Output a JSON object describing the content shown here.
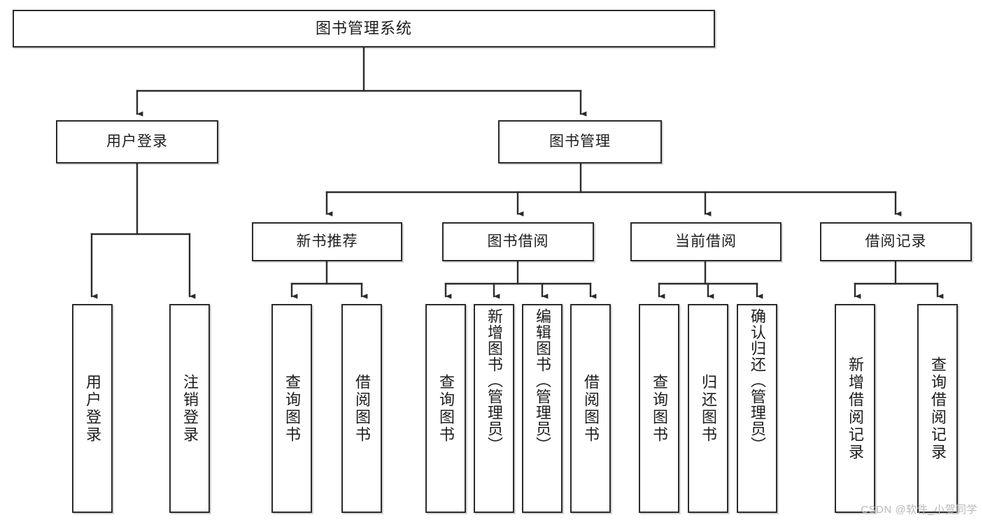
{
  "diagram": {
    "title": "图书管理系统",
    "type": "tree-hierarchy-chart",
    "root": {
      "label": "图书管理系统"
    },
    "level2": [
      {
        "id": "user-login",
        "label": "用户登录"
      },
      {
        "id": "book-manage",
        "label": "图书管理"
      }
    ],
    "level3": [
      {
        "id": "new-book-recommend",
        "label": "新书推荐"
      },
      {
        "id": "book-borrow",
        "label": "图书借阅"
      },
      {
        "id": "current-borrow",
        "label": "当前借阅"
      },
      {
        "id": "borrow-record",
        "label": "借阅记录"
      }
    ],
    "leaves": [
      {
        "id": "leaf-user-login",
        "label": "用户登录",
        "parent": "user-login"
      },
      {
        "id": "leaf-logout-login",
        "label": "注销登录",
        "parent": "user-login"
      },
      {
        "id": "leaf-query-book-1",
        "label": "查询图书",
        "parent": "new-book-recommend"
      },
      {
        "id": "leaf-borrow-book-1",
        "label": "借阅图书",
        "parent": "new-book-recommend"
      },
      {
        "id": "leaf-query-book-2",
        "label": "查询图书",
        "parent": "book-borrow"
      },
      {
        "id": "leaf-add-book",
        "label": "新增图书（管理员）",
        "parent": "book-borrow"
      },
      {
        "id": "leaf-edit-book",
        "label": "编辑图书（管理员）",
        "parent": "book-borrow"
      },
      {
        "id": "leaf-borrow-book-2",
        "label": "借阅图书",
        "parent": "book-borrow"
      },
      {
        "id": "leaf-query-book-3",
        "label": "查询图书",
        "parent": "current-borrow"
      },
      {
        "id": "leaf-return-book",
        "label": "归还图书",
        "parent": "current-borrow"
      },
      {
        "id": "leaf-confirm-return",
        "label": "确认归还（管理员）",
        "parent": "current-borrow"
      },
      {
        "id": "leaf-add-record",
        "label": "新增借阅记录",
        "parent": "borrow-record"
      },
      {
        "id": "leaf-query-record",
        "label": "查询借阅记录",
        "parent": "borrow-record"
      }
    ],
    "watermark": "CSDN @软件_小贺同学",
    "colors": {
      "border": "#2b2b2b",
      "edge": "#2b2b2b",
      "background": "#ffffff",
      "text": "#1d1d1d",
      "watermark": "#b9b9b9"
    }
  }
}
